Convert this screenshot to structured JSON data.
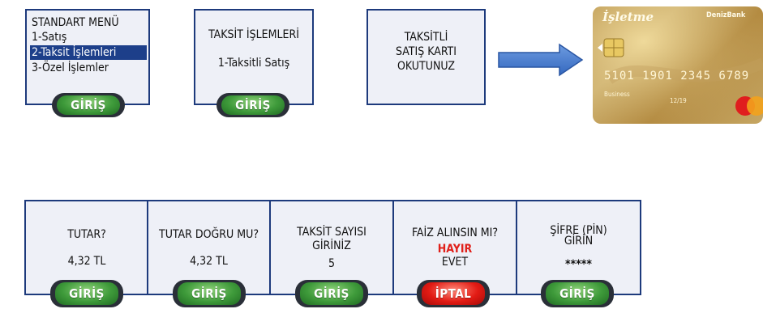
{
  "screens": {
    "menu": {
      "items": [
        "STANDART MENÜ",
        "1-Satış",
        "2-Taksit İşlemleri",
        "3-Özel İşlemler"
      ],
      "button": "GİRİŞ"
    },
    "installment": {
      "title": "TAKSİT İŞLEMLERİ",
      "option": "1-Taksitli Satış",
      "button": "GİRİŞ"
    },
    "read_card": {
      "lines": [
        "TAKSİTLİ",
        "SATIŞ KARTI",
        "OKUTUNUZ"
      ]
    },
    "amount": {
      "prompt": "TUTAR?",
      "value": "4,32 TL",
      "button": "GİRİŞ"
    },
    "confirm": {
      "prompt": "TUTAR DOĞRU MU?",
      "value": "4,32 TL",
      "button": "GİRİŞ"
    },
    "count": {
      "prompt_1": "TAKSİT SAYISI",
      "prompt_2": "GİRİNİZ",
      "value": "5",
      "button": "GİRİŞ"
    },
    "interest": {
      "prompt": "FAİZ ALINSIN MI?",
      "option_no": "HAYIR",
      "option_yes": "EVET",
      "button": "İPTAL"
    },
    "pin": {
      "prompt_1": "ŞİFRE (PİN)",
      "prompt_2": "GİRİN",
      "value": "*****",
      "button": "GİRİŞ"
    }
  },
  "card": {
    "brand": "İşletme",
    "bank": "DenizBank",
    "number": "5101 1901 2345 6789",
    "label": "Business",
    "expiry": "12/19"
  },
  "colors": {
    "frame": "#1d3a7c",
    "screen_bg": "#eef0f7",
    "highlight": "#1d3f8a",
    "arrow": "#4a7fd0",
    "green_button": "#3e9a3a",
    "red_button": "#e21b14",
    "red_text": "#e0201a"
  }
}
